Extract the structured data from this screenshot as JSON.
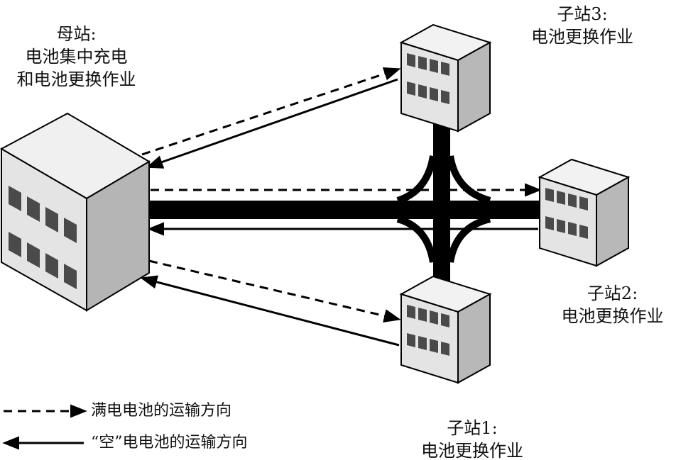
{
  "labels": {
    "main_station_title": "母站:",
    "main_station_line1": "电池集中充电",
    "main_station_line2": "和电池更换作业",
    "sub3_title": "子站3:",
    "sub3_desc": "电池更换作业",
    "sub2_title": "子站2:",
    "sub2_desc": "电池更换作业",
    "sub1_title": "子站1:",
    "sub1_desc": "电池更换作业"
  },
  "legend": {
    "full_battery": "满电电池的运输方向",
    "empty_battery": "“空”电电池的运输方向"
  },
  "colors": {
    "road": "#000000",
    "arrow": "#000000",
    "building_front": "#e6e6e6",
    "building_side": "#bdbdbd",
    "building_top": "#f2f2f2",
    "window": "#555555"
  }
}
